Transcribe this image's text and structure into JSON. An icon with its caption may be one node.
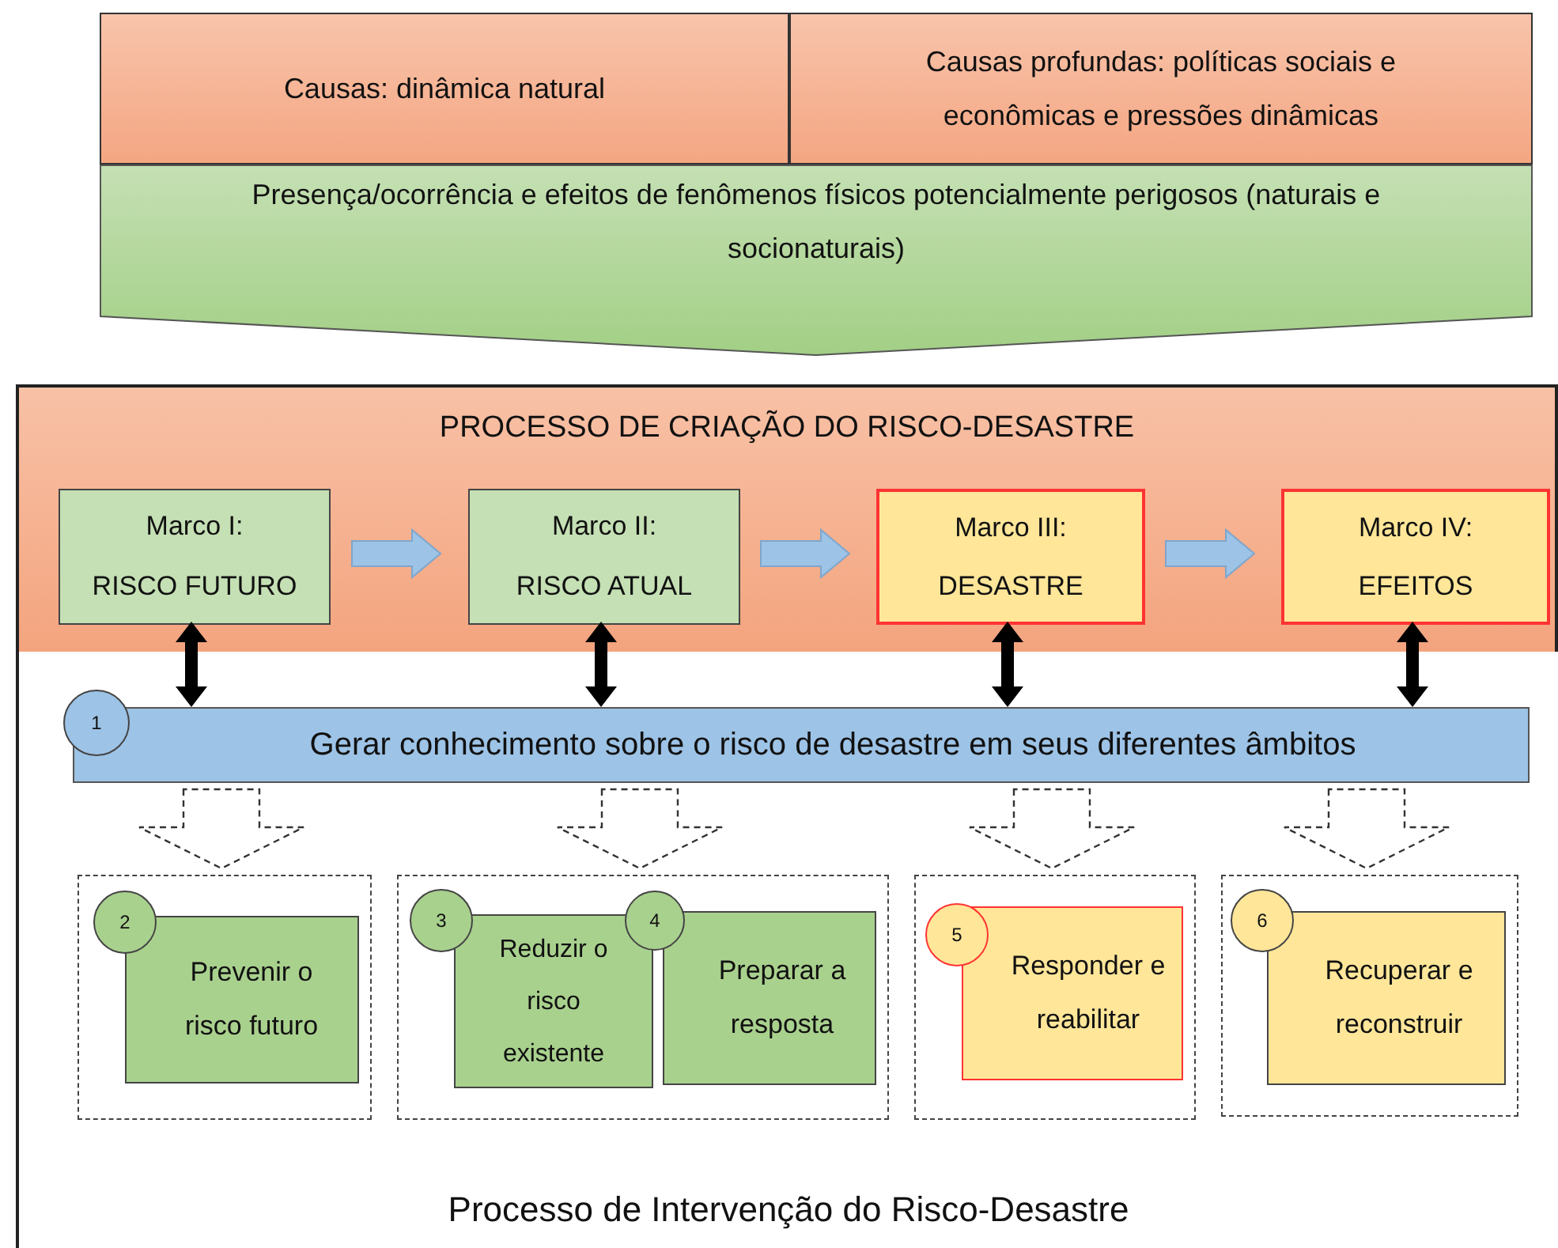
{
  "diagram": {
    "nodes": [
      {
        "text": [
          "Causas: dinâmica natural"
        ]
      },
      {
        "text": [
          "Causas profundas: políticas sociais e econômicas e pressões dinâmicas"
        ]
      },
      {
        "text": [
          "Presença/ocorrência e efeitos de fenômenos físicos potencialmente perigosos (naturais e socionaturais)"
        ]
      },
      {
        "text": [
          "PROCESSO DE CRIAÇÃO DO RISCO-DESASTRE"
        ]
      },
      {
        "text": [
          "Marco I:",
          "RISCO FUTURO"
        ],
        "in": 3
      },
      {
        "text": [
          "Marco II:",
          "RISCO ATUAL"
        ],
        "in": 3
      },
      {
        "text": [
          "Marco III:",
          "DESASTRE"
        ],
        "in": 3
      },
      {
        "text": [
          "Marco IV:",
          "EFEITOS"
        ],
        "in": 3
      },
      {
        "text": [
          "Processo de Intervenção do Risco-Desastre"
        ]
      },
      {
        "text": [
          "Gerar conhecimento sobre o risco de desastre em seus diferentes âmbitos"
        ],
        "in": 8
      },
      {
        "text": [
          "1"
        ],
        "in": 8
      },
      {
        "text": [],
        "shape": "box",
        "in": 8
      },
      {
        "text": [
          "2"
        ],
        "in": 11
      },
      {
        "text": [
          "Prevenir o risco futuro"
        ],
        "in": 11
      },
      {
        "text": [],
        "shape": "box",
        "in": 8
      },
      {
        "text": [
          "3"
        ],
        "in": 14
      },
      {
        "text": [
          "Reduzir o risco existente"
        ],
        "in": 14
      },
      {
        "text": [
          "4"
        ],
        "in": 14
      },
      {
        "text": [
          "Preparar a resposta"
        ],
        "in": 14
      },
      {
        "text": [],
        "shape": "box",
        "in": 8
      },
      {
        "text": [
          "5"
        ],
        "in": 19
      },
      {
        "text": [
          "Responder e reabilitar"
        ],
        "in": 19
      },
      {
        "text": [],
        "shape": "box",
        "in": 8
      },
      {
        "text": [
          "6"
        ],
        "in": 22
      },
      {
        "text": [
          "Recuperar e reconstruir"
        ],
        "in": 22
      }
    ],
    "edges": [
      {
        "from": 4,
        "to": 5,
        "arrow": "to",
        "style": "thick",
        "color": "#9dc3e6"
      },
      {
        "from": 5,
        "to": 6,
        "arrow": "to",
        "style": "thick",
        "color": "#9dc3e6"
      },
      {
        "from": 6,
        "to": 7,
        "arrow": "to",
        "style": "thick",
        "color": "#9dc3e6"
      },
      {
        "from": 4,
        "to": 9,
        "arrow": "both",
        "style": "thick"
      },
      {
        "from": 5,
        "to": 9,
        "arrow": "both",
        "style": "thick"
      },
      {
        "from": 6,
        "to": 9,
        "arrow": "both",
        "style": "thick"
      },
      {
        "from": 7,
        "to": 9,
        "arrow": "both",
        "style": "thick"
      },
      {
        "from": 9,
        "to": 11,
        "arrow": "to",
        "style": "dashed"
      },
      {
        "from": 9,
        "to": 14,
        "arrow": "to",
        "style": "dashed"
      },
      {
        "from": 9,
        "to": 19,
        "arrow": "to",
        "style": "dashed"
      },
      {
        "from": 9,
        "to": 22,
        "arrow": "to",
        "style": "dashed"
      }
    ]
  }
}
